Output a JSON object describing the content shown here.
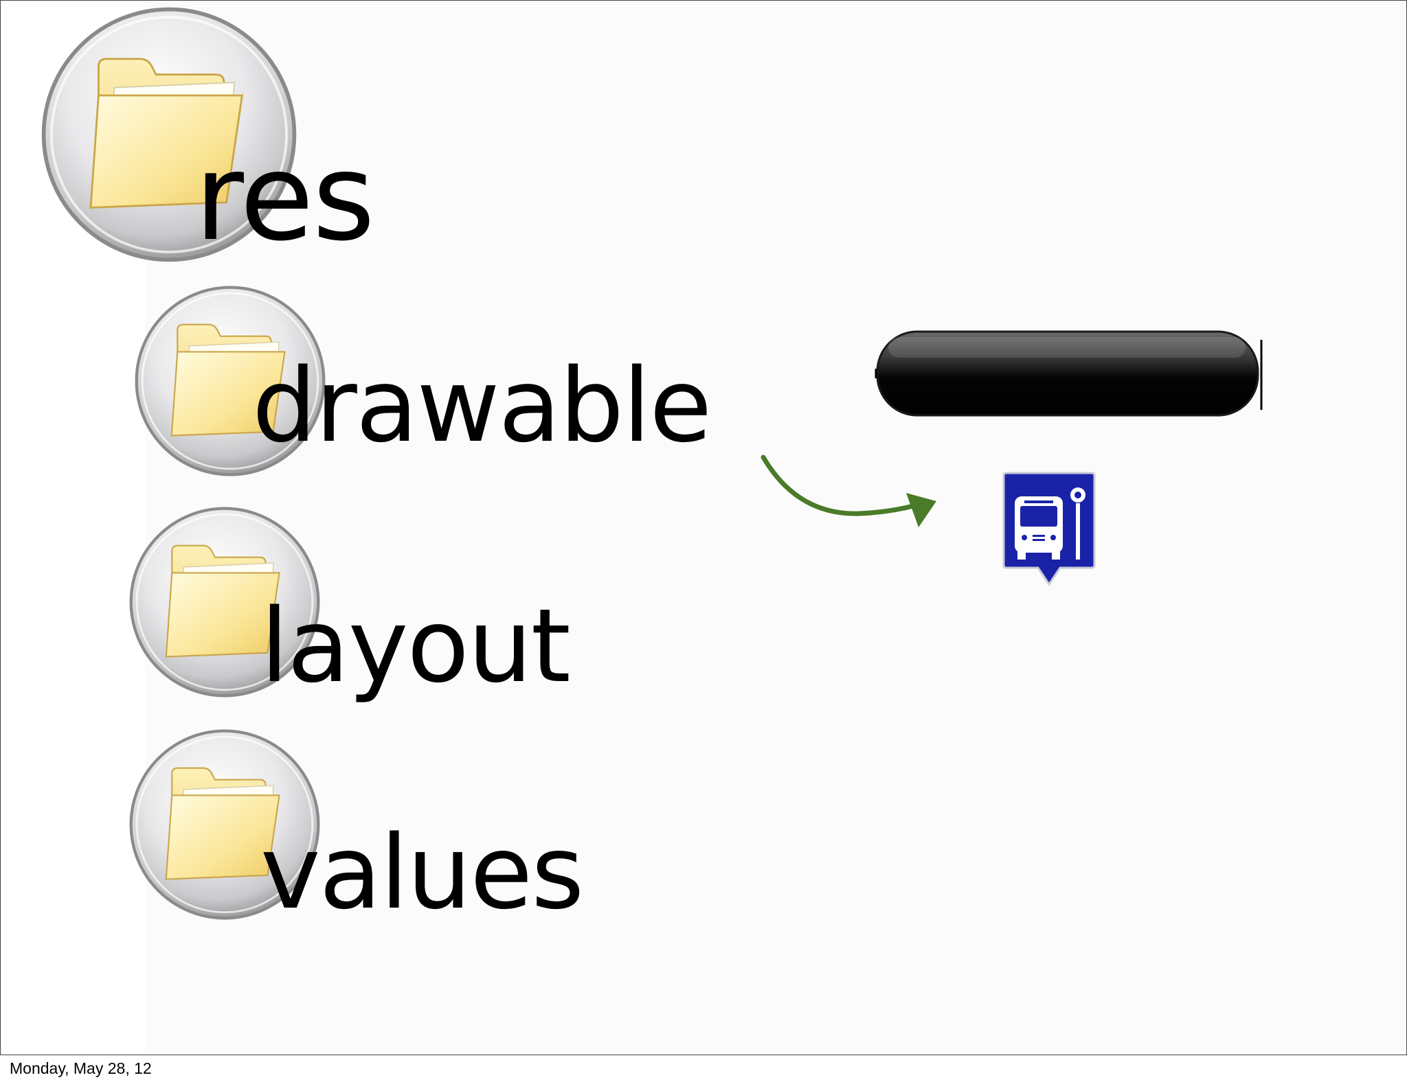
{
  "slide": {
    "folders": [
      {
        "name": "res",
        "icon": "folder-icon"
      },
      {
        "name": "drawable",
        "icon": "folder-icon"
      },
      {
        "name": "layout",
        "icon": "folder-icon"
      },
      {
        "name": "values",
        "icon": "folder-icon"
      }
    ],
    "drawable_examples": [
      {
        "icon": "black-pill-button-image"
      },
      {
        "icon": "bus-stop-marker-icon"
      }
    ],
    "arrow": {
      "icon": "green-curved-arrow-icon",
      "color": "#4a7b28"
    }
  },
  "footer": {
    "date": "Monday, May 28, 12"
  }
}
